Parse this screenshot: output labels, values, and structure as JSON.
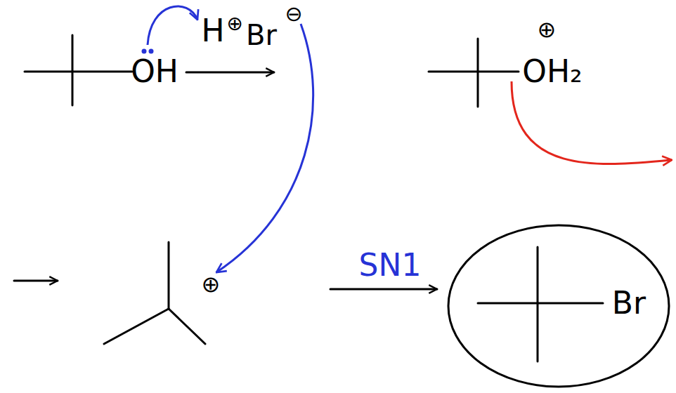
{
  "diagram": {
    "nodes": [
      {
        "text": [
          "Br"
        ]
      }
    ],
    "labels": [
      "OH",
      "H",
      "⊕",
      "Br",
      "⊖",
      "⊕",
      "OH₂",
      "⊕",
      "SN1"
    ]
  }
}
